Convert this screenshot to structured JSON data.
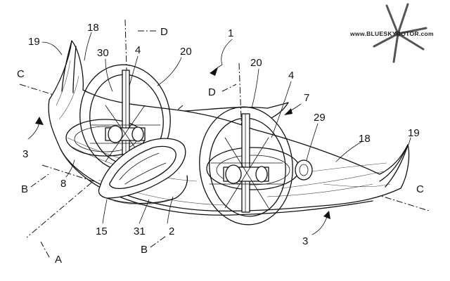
{
  "watermark": {
    "text": "www.BLUESKYROTOR.com",
    "logo_icon": "rotor-logo-icon"
  },
  "figure": {
    "reference_numerals": {
      "n1": "1",
      "n2": "2",
      "n3_left": "3",
      "n3_right": "3",
      "n4_left": "4",
      "n4_right": "4",
      "n7": "7",
      "n8": "8",
      "n15": "15",
      "n18_left": "18",
      "n18_right": "18",
      "n19_left": "19",
      "n19_right": "19",
      "n20_left": "20",
      "n20_right": "20",
      "n29": "29",
      "n30": "30",
      "n31": "31"
    },
    "axis_labels": {
      "a": "A",
      "b_left": "B",
      "b_bottom": "B",
      "c_left": "C",
      "c_right": "C",
      "d_left": "D",
      "d_right": "D"
    }
  }
}
